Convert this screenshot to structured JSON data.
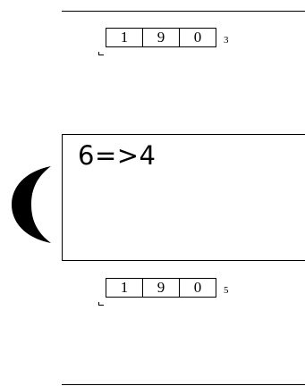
{
  "top_counter": {
    "digits": [
      "1",
      "9",
      "0"
    ],
    "index": "3"
  },
  "main_box": {
    "text": "6=>4"
  },
  "bottom_counter": {
    "digits": [
      "1",
      "9",
      "0"
    ],
    "index": "5"
  },
  "icons": {
    "left_symbol": "crescent-moon-icon"
  }
}
